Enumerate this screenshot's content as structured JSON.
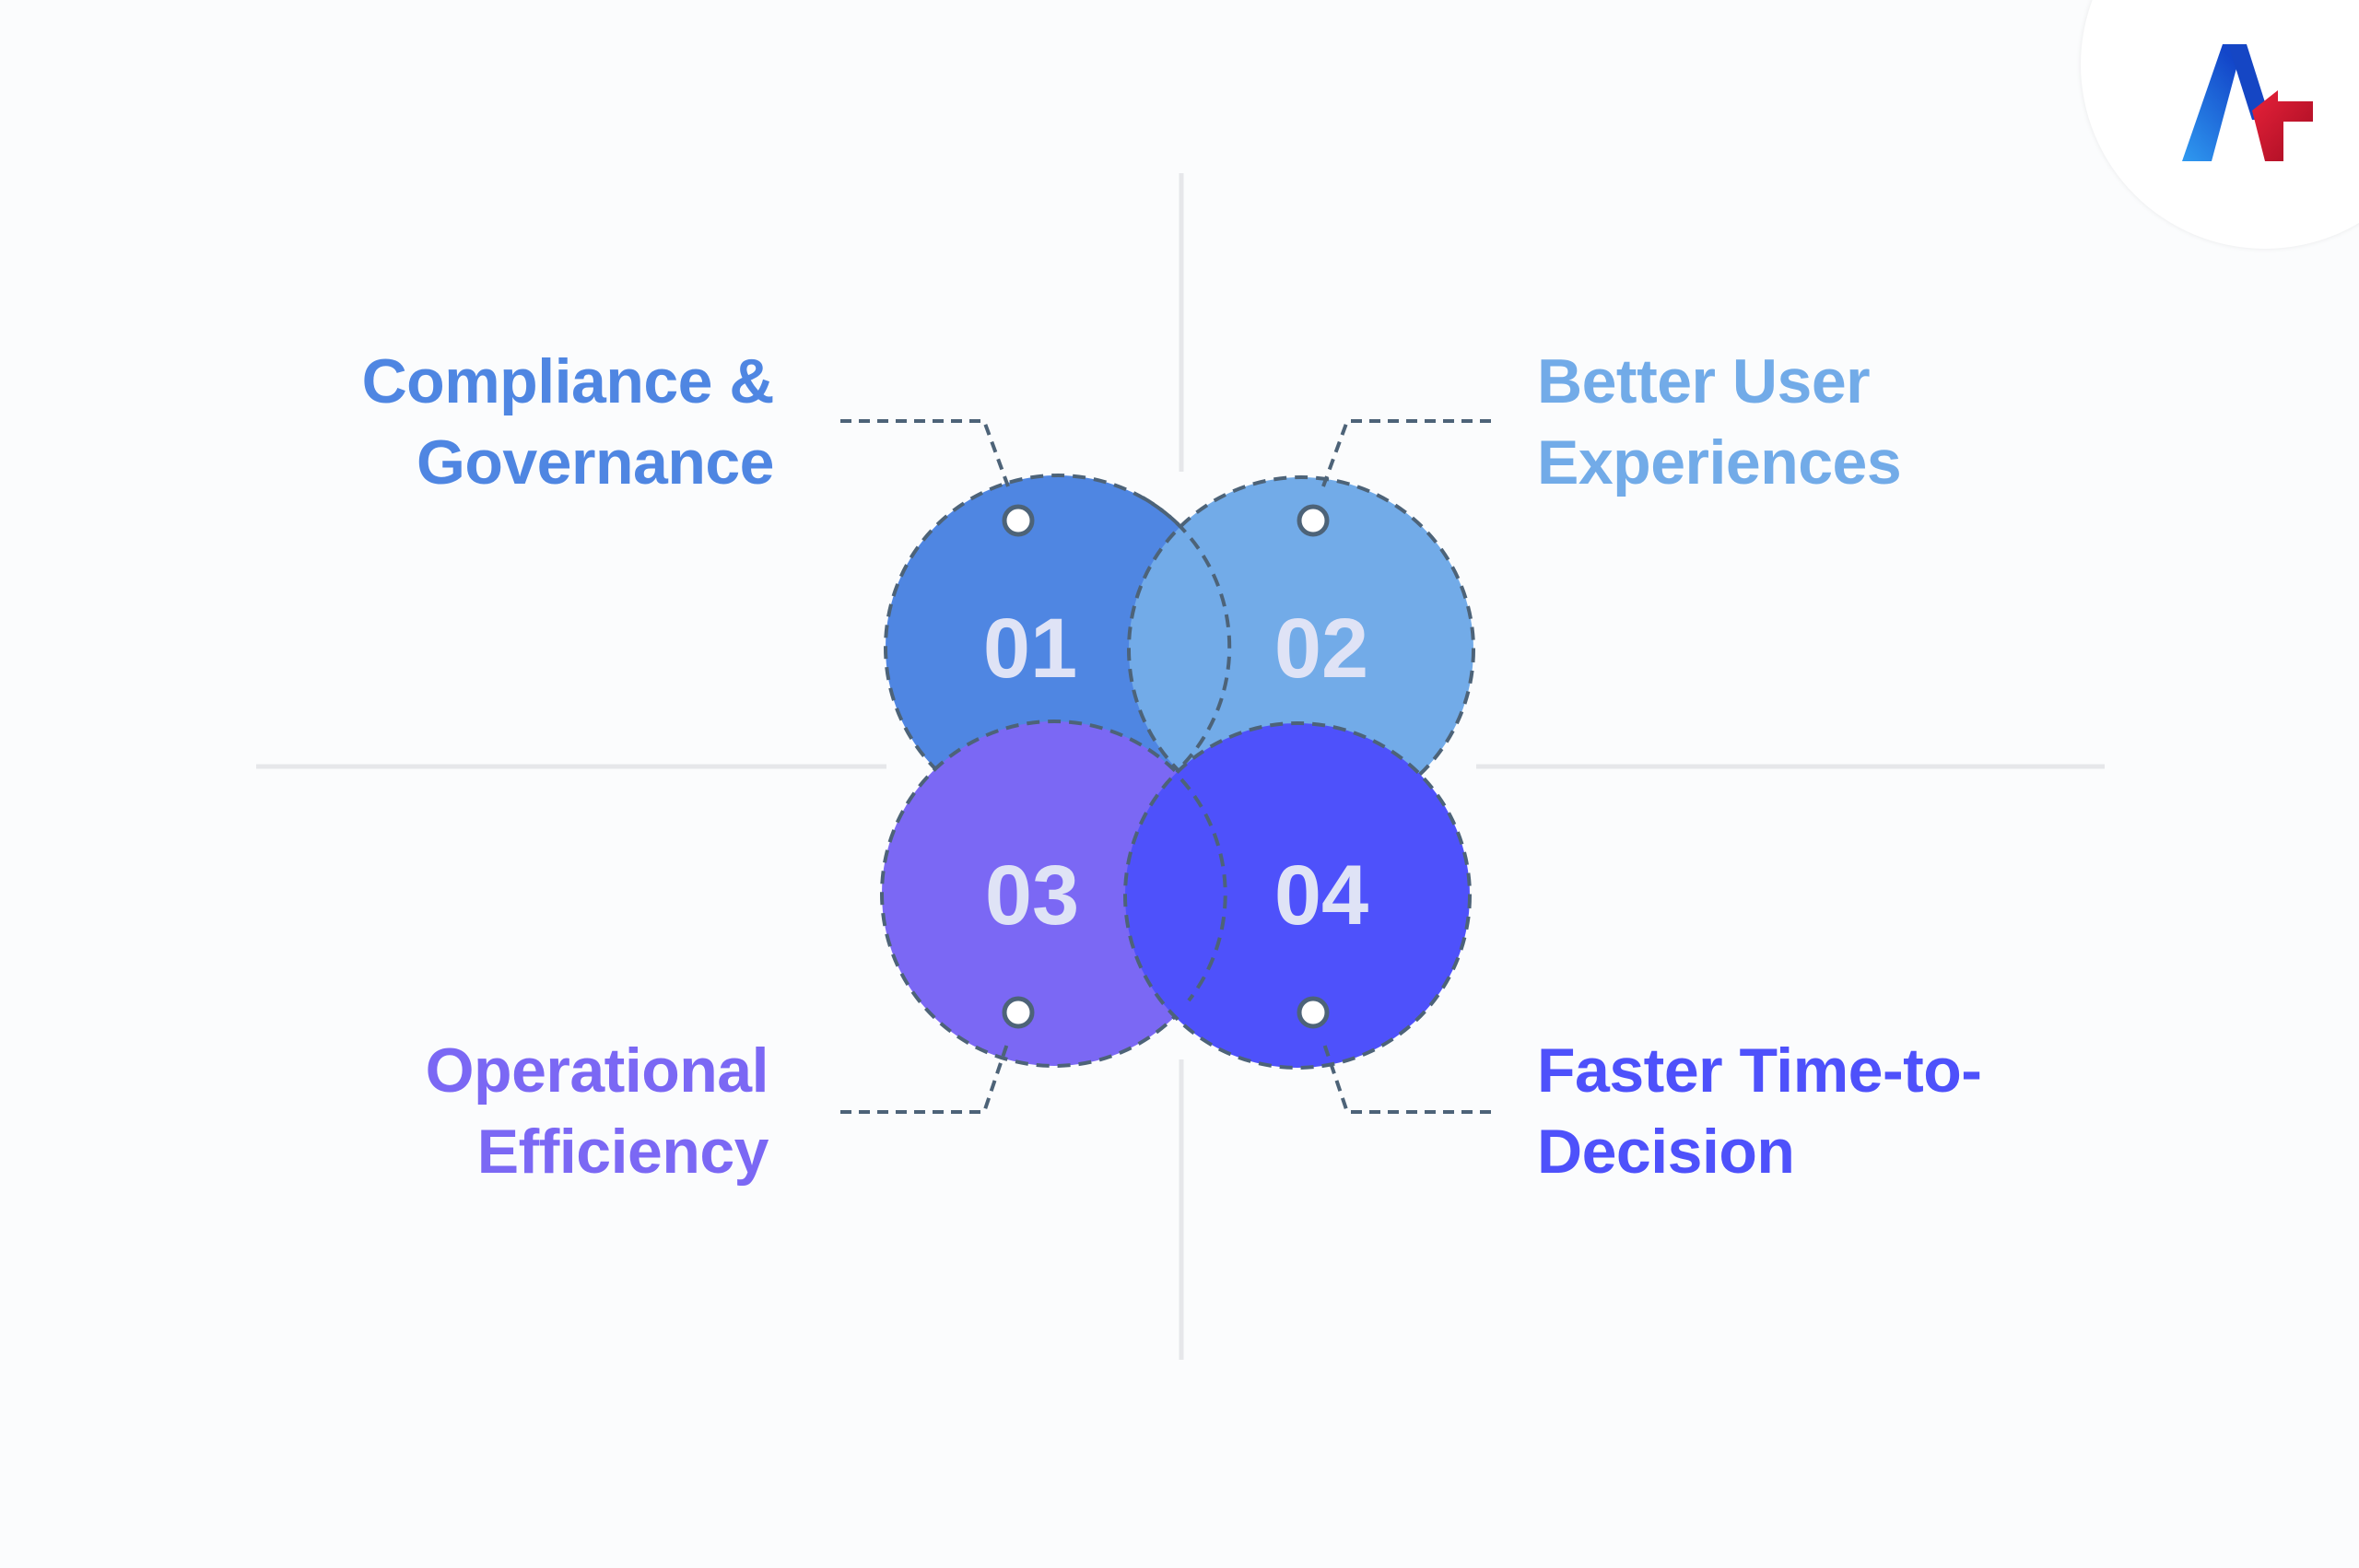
{
  "items": [
    {
      "number": "01",
      "line1": "Compliance &",
      "line2": "Governance",
      "color": "#4f86e2"
    },
    {
      "number": "02",
      "line1": "Better User",
      "line2": "Experiences",
      "color": "#72abe8"
    },
    {
      "number": "03",
      "line1": "Operational",
      "line2": "Efficiency",
      "color": "#7b68f4"
    },
    {
      "number": "04",
      "line1": "Faster Time-to-",
      "line2": "Decision",
      "color": "#4e51fb"
    }
  ],
  "colors": {
    "divider": "#e6e7ea",
    "dashed_connector": "#4d6378",
    "number_text": "#dfe3f6",
    "logo_blue": "#1e6fe0",
    "logo_red": "#d3142b"
  },
  "icons": {
    "logo": "brand-logo-icon"
  }
}
